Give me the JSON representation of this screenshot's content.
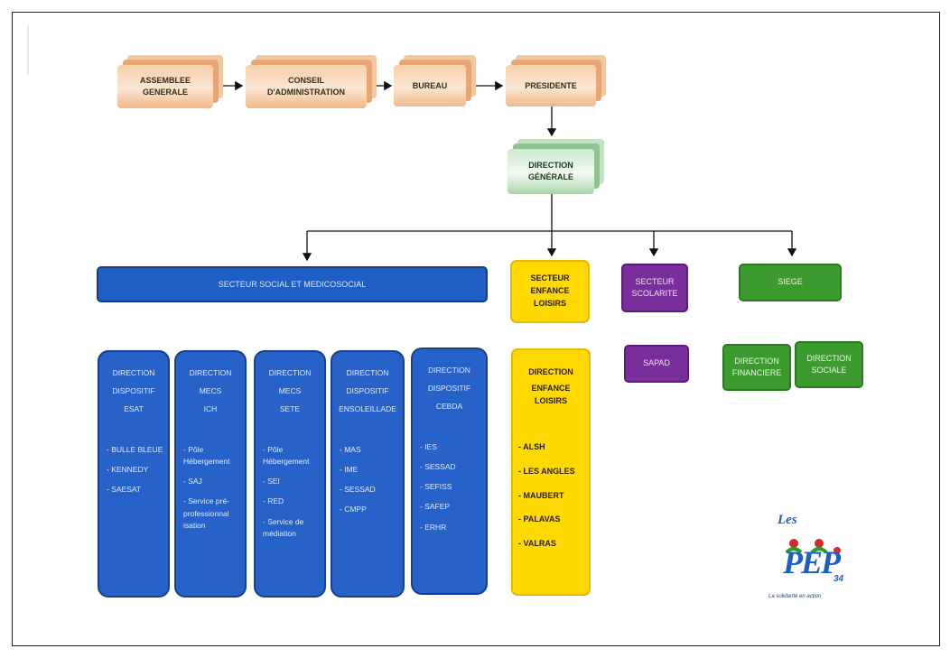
{
  "diagram": {
    "top_row": {
      "assemblee": "ASSEMBLEE\nGENERALE",
      "conseil": "CONSEIL\nD'ADMINISTRATION",
      "bureau": "BUREAU",
      "presidente": "PRESIDENTE"
    },
    "direction_generale": "DIRECTION\nGÉNÉRALE",
    "secteurs": {
      "social": "SECTEUR SOCIAL ET MEDICOSOCIAL",
      "enfance": "SECTEUR\nENFANCE\nLOISIRS",
      "scolarite": "SECTEUR\nSCOLARITE",
      "siege": "SIEGE"
    },
    "blue_columns": [
      {
        "head": [
          "DIRECTION",
          "DISPOSITIF",
          "ESAT"
        ],
        "items": [
          "- BULLE BLEUE",
          "- KENNEDY",
          "- SAESAT"
        ]
      },
      {
        "head": [
          "DIRECTION",
          "MECS",
          "ICH"
        ],
        "items": [
          "- Pôle Hébergement",
          "- SAJ",
          "- Service pré-professionnal isation"
        ]
      },
      {
        "head": [
          "DIRECTION",
          "MECS",
          "SETE"
        ],
        "items": [
          "- Pôle Hébergement",
          "- SEI",
          "- RED",
          "- Service de médiation"
        ]
      },
      {
        "head": [
          "DIRECTION",
          "DISPOSITIF",
          "ENSOLEILLADE"
        ],
        "items": [
          "- MAS",
          "- IME",
          "- SESSAD",
          "- CMPP"
        ]
      },
      {
        "head": [
          "DIRECTION",
          "DISPOSITIF",
          "CEBDA"
        ],
        "items": [
          "- IES",
          "- SESSAD",
          "- SEFISS",
          "- SAFEP",
          "- ERHR"
        ]
      }
    ],
    "enfance_box": {
      "head": [
        "DIRECTION",
        "ENFANCE",
        "LOISIRS"
      ],
      "items": [
        "- ALSH",
        "- LES ANGLES",
        "- MAUBERT",
        "- PALAVAS",
        "- VALRAS"
      ]
    },
    "sapad": "SAPAD",
    "siege_children": [
      "DIRECTION\nFINANCIERE",
      "DIRECTION\nSOCIALE"
    ],
    "logo": {
      "top": "Les",
      "main": "PEP",
      "number": "34",
      "tagline": "La solidarité en action"
    }
  },
  "colors": {
    "blue": "#2762c9",
    "yellow": "#ffd900",
    "purple": "#7a2e9c",
    "green": "#3b9b2e",
    "orange": "#f7cfa8",
    "light_green": "#cfe8cf"
  }
}
